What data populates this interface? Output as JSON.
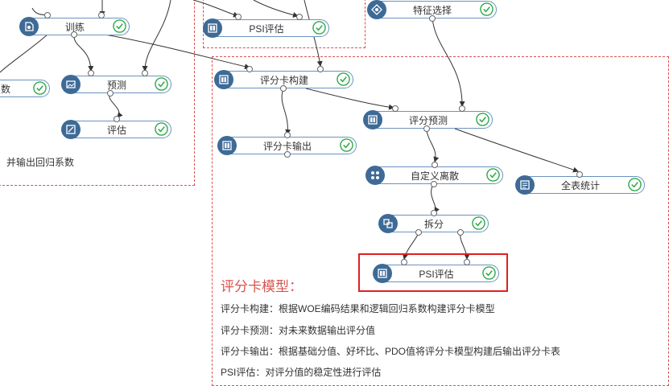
{
  "nodes": {
    "train": {
      "label": "训练",
      "icon": "train-icon"
    },
    "predict": {
      "label": "预测",
      "icon": "image-icon"
    },
    "evaluate": {
      "label": "评估",
      "icon": "evaluate-icon"
    },
    "partial_left": {
      "label": "数"
    },
    "psi_top": {
      "label": "PSI评估",
      "icon": "scorecard-icon"
    },
    "feature_select": {
      "label": "特征选择",
      "icon": "feature-icon"
    },
    "scorecard_build": {
      "label": "评分卡构建",
      "icon": "scorecard-icon"
    },
    "scorecard_output": {
      "label": "评分卡输出",
      "icon": "scorecard-icon"
    },
    "scorecard_predict": {
      "label": "评分预测",
      "icon": "scorecard-icon"
    },
    "custom_discrete": {
      "label": "自定义离散",
      "icon": "discrete-icon"
    },
    "full_stats": {
      "label": "全表统计",
      "icon": "stats-icon"
    },
    "split": {
      "label": "拆分",
      "icon": "split-icon"
    },
    "psi_main": {
      "label": "PSI评估",
      "icon": "scorecard-icon"
    }
  },
  "left_note": "并输出回归系数",
  "description": {
    "title": "评分卡模型：",
    "lines": [
      "评分卡构建：根据WOE编码结果和逻辑回归系数构建评分卡模型",
      "评分卡预测：对未来数据输出评分值",
      "评分卡输出：根据基础分值、好坏比、PDO值将评分卡模型构建后输出评分卡表",
      "PSI评估：对评分值的稳定性进行评估"
    ]
  },
  "colors": {
    "group_border": "#d9534f",
    "node_border": "#6a93c0",
    "icon_bg": "#3e6a96",
    "check_green": "#2eaa4a",
    "highlight": "#e02020",
    "title_red": "#d9534f"
  }
}
